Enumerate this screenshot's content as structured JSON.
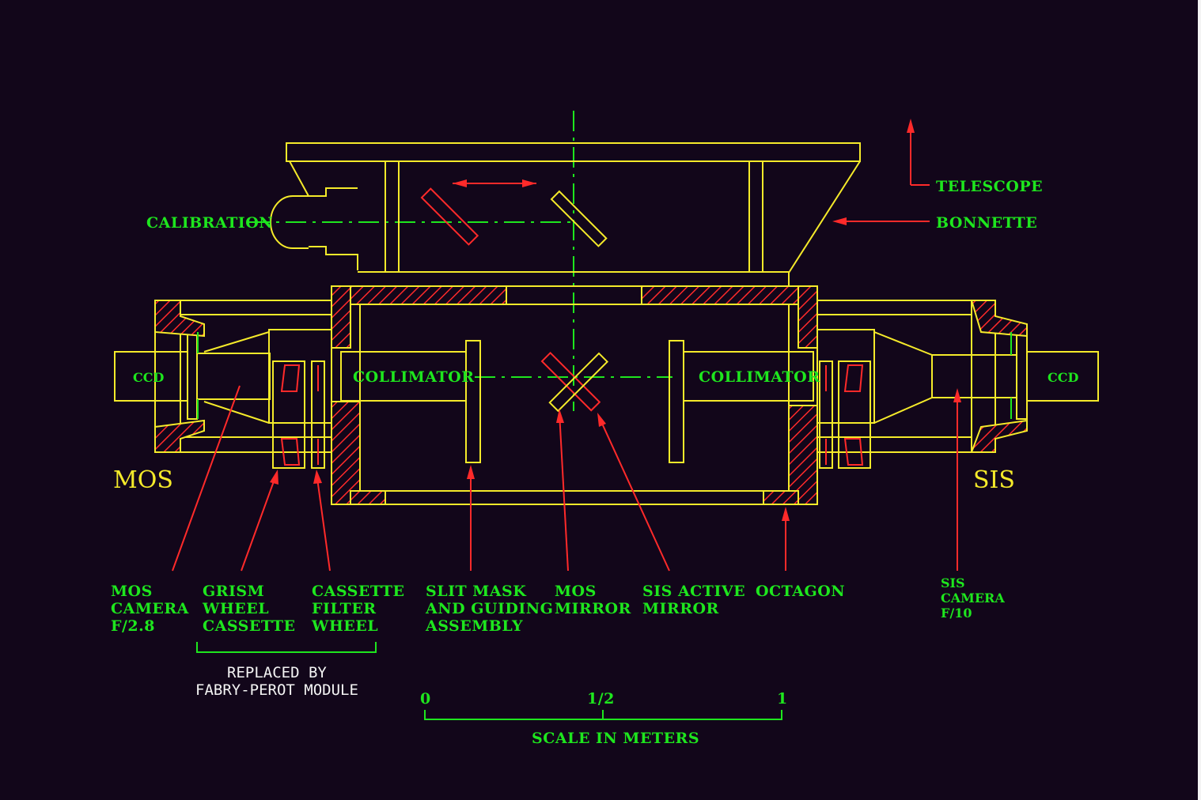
{
  "labels": {
    "calibration": "CALIBRATION",
    "telescope": "TELESCOPE",
    "bonnette": "BONNETTE",
    "ccd_left": "CCD",
    "ccd_right": "CCD",
    "collimator_left": "COLLIMATOR",
    "collimator_right": "COLLIMATOR",
    "mos": "MOS",
    "sis": "SIS",
    "mos_camera": [
      "MOS",
      "CAMERA",
      "F/2.8"
    ],
    "grism_wheel": [
      "GRISM",
      "WHEEL",
      "CASSETTE"
    ],
    "cassette_filter": [
      "CASSETTE",
      "FILTER",
      "WHEEL"
    ],
    "slit_mask": [
      "SLIT  MASK",
      "AND  GUIDING",
      "ASSEMBLY"
    ],
    "mos_mirror": [
      "MOS",
      "MIRROR"
    ],
    "sis_active_mirror": [
      "SIS  ACTIVE",
      "MIRROR"
    ],
    "octagon": "OCTAGON",
    "sis_camera": [
      "SIS",
      "CAMERA",
      "F/10"
    ],
    "replaced_by": [
      "REPLACED BY",
      "FABRY-PEROT MODULE"
    ]
  },
  "scale": {
    "ticks": [
      "0",
      "1/2",
      "1"
    ],
    "caption": "SCALE  IN  METERS"
  },
  "colors": {
    "background": "#12061a",
    "structure": "#f5ea2a",
    "optical_axis": "#1ee61e",
    "pointer": "#ff2a2a",
    "note": "#f4f4f4"
  }
}
